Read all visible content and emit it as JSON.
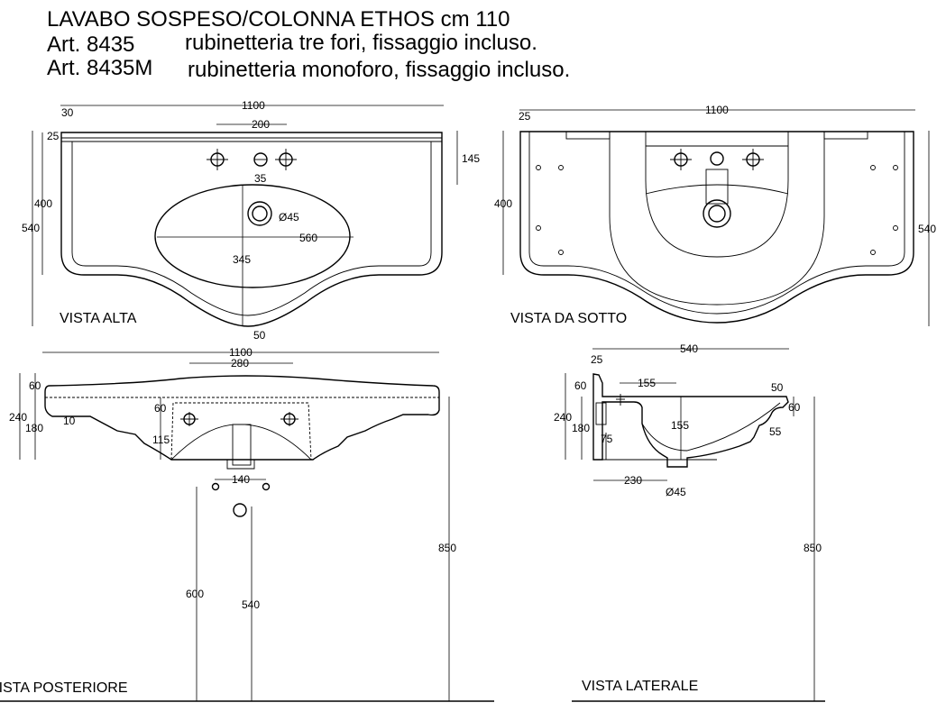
{
  "title": {
    "line1": "LAVABO SOSPESO/COLONNA ETHOS cm 110",
    "line2_art": "Art. 8435",
    "line2_desc": "rubinetteria tre fori, fissaggio incluso.",
    "line3_art": "Art. 8435M",
    "line3_desc": "rubinetteria monoforo, fissaggio incluso."
  },
  "top_view": {
    "label": "VISTA ALTA",
    "dims": {
      "width": "1100",
      "edge": "30",
      "rim": "25",
      "taps": "200",
      "tap_offset": "145",
      "hole": "35",
      "depth_inner": "400",
      "depth_total": "540",
      "drain": "Ø45",
      "bowl_width": "560",
      "bowl_depth": "345",
      "front": "50"
    }
  },
  "bottom_view": {
    "label": "VISTA DA SOTTO",
    "dims": {
      "width": "1100",
      "edge": "25",
      "depth_inner": "400",
      "depth_total": "540"
    }
  },
  "rear_view": {
    "label": "VISTA POSTERIORE",
    "dims": {
      "width": "1100",
      "center": "280",
      "rim": "60",
      "height_total": "240",
      "height_body": "180",
      "lip": "10",
      "inner_top": "60",
      "inner_height": "115",
      "holes": "140",
      "pedestal_holes": "600",
      "drain_height": "540",
      "total_height": "850"
    }
  },
  "side_view": {
    "label": "VISTA LATERALE",
    "dims": {
      "depth": "540",
      "wall": "25",
      "rim": "60",
      "height_total": "240",
      "height_body": "180",
      "tap_dist": "155",
      "bowl_depth": "155",
      "front_top": "50",
      "front_rim": "60",
      "front_body": "55",
      "back": "75",
      "drain_pos": "230",
      "drain": "Ø45",
      "total_height": "850"
    }
  }
}
